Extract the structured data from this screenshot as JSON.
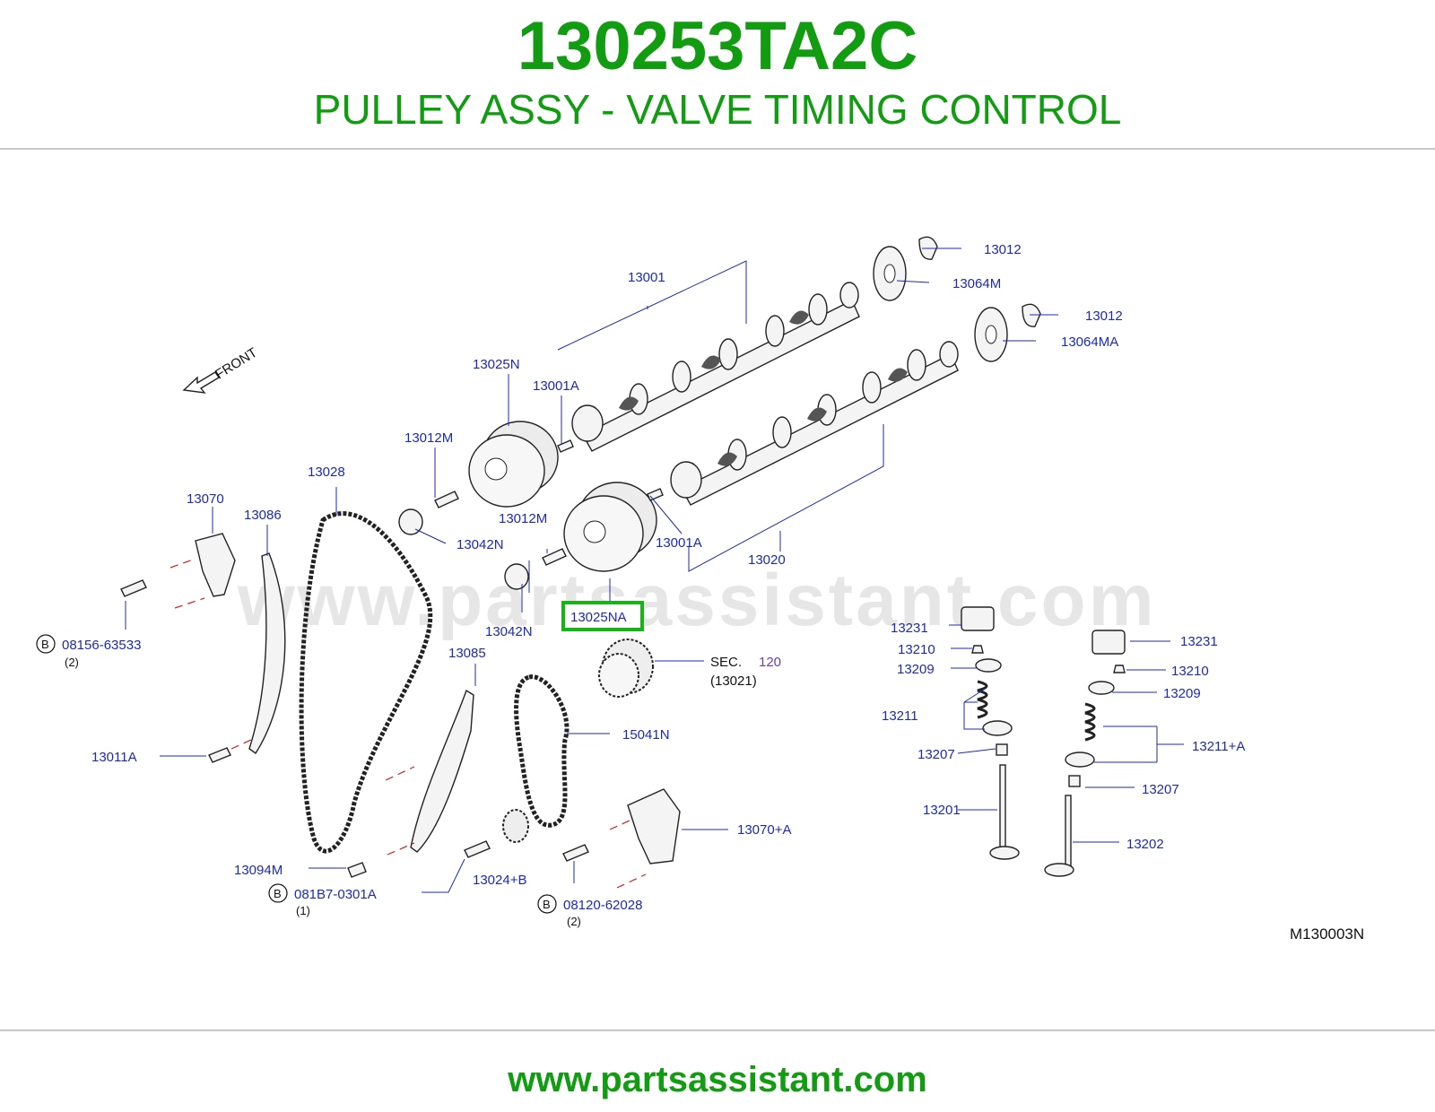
{
  "header": {
    "part_number": "130253TA2C",
    "part_title": "PULLEY ASSY - VALVE TIMING CONTROL"
  },
  "diagram": {
    "code": "M130003N",
    "watermark": "www.partsassistant.com",
    "front_label": "FRONT",
    "highlighted_callout": "13025NA",
    "highlight_color": "#17b317",
    "callouts": {
      "c13012_a": "13012",
      "c13064M": "13064M",
      "c13012_b": "13012",
      "c13064MA": "13064MA",
      "c13001": "13001",
      "c13025N": "13025N",
      "c13001A_top": "13001A",
      "c13012M_top": "13012M",
      "c13028": "13028",
      "c13070": "13070",
      "c13086": "13086",
      "c13042N_a": "13042N",
      "c13012M_b": "13012M",
      "c13001A_b": "13001A",
      "c13020": "13020",
      "c13042N_b": "13042N",
      "c08156": "08156-63533",
      "c08156_qty": "(2)",
      "c13085": "13085",
      "sec_label": "SEC.",
      "sec_num": "120",
      "sec_ref": "(13021)",
      "c15041N": "15041N",
      "c13011A": "13011A",
      "c13070A": "13070+A",
      "c13094M": "13094M",
      "c081B7": "081B7-0301A",
      "c081B7_qty": "(1)",
      "c13024B": "13024+B",
      "c08120": "08120-62028",
      "c08120_qty": "(2)",
      "c13231_a": "13231",
      "c13210_a": "13210",
      "c13209_a": "13209",
      "c13211": "13211",
      "c13207_a": "13207",
      "c13201": "13201",
      "c13231_b": "13231",
      "c13210_b": "13210",
      "c13209_b": "13209",
      "c13211A": "13211+A",
      "c13207_b": "13207",
      "c13202": "13202",
      "bolt_marker": "B"
    }
  },
  "footer": {
    "url": "www.partsassistant.com"
  },
  "colors": {
    "brand_green": "#119c11",
    "callout_blue": "#1c2ab4",
    "highlight_green": "#17b317",
    "rule_gray": "#c8c8c8"
  }
}
